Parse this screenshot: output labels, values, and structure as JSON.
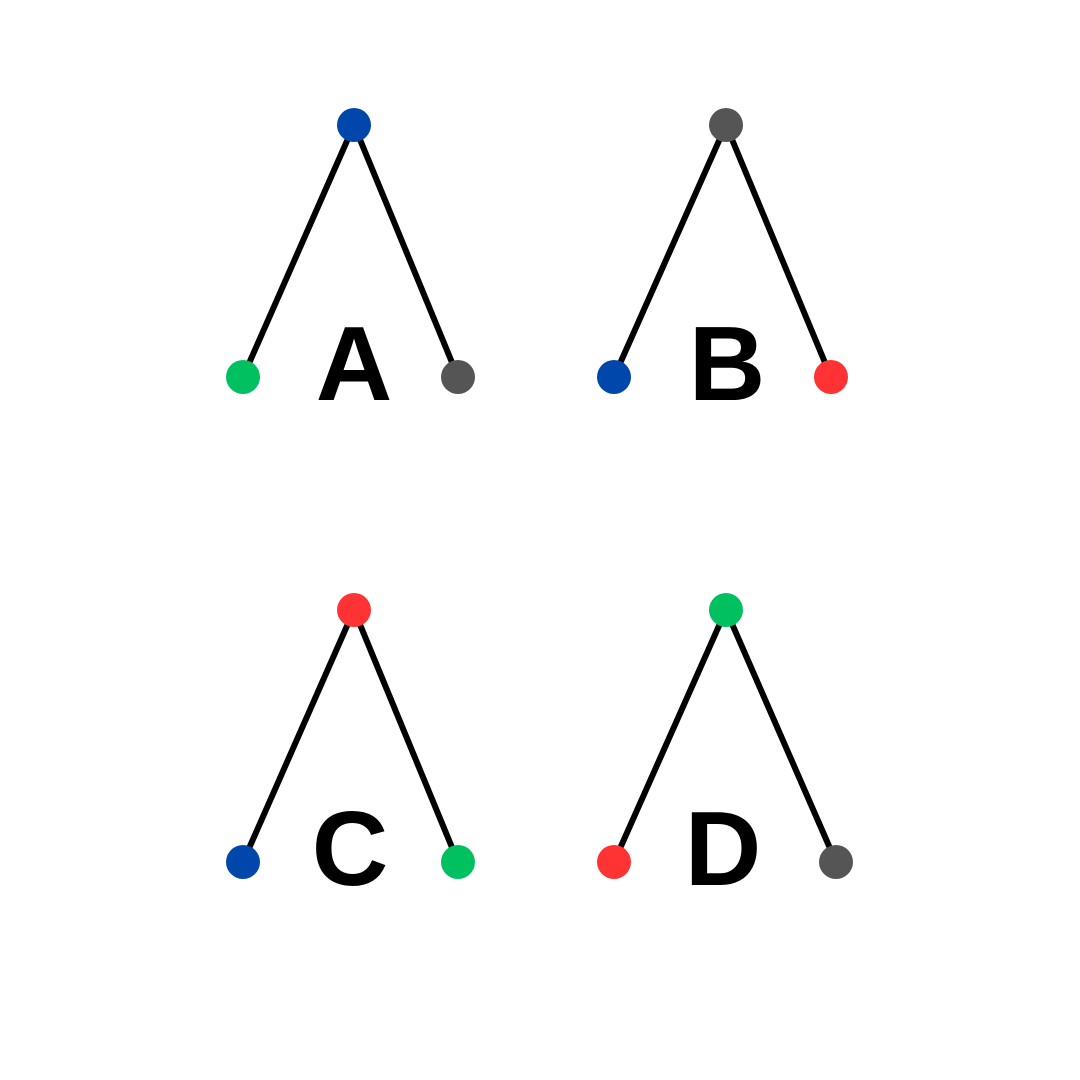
{
  "colors": {
    "blue": "#0047ab",
    "green": "#00c060",
    "gray": "#555555",
    "red": "#ff3333",
    "edge": "#000000"
  },
  "trees": [
    {
      "label": "A",
      "root": "blue",
      "left": "green",
      "right": "gray"
    },
    {
      "label": "B",
      "root": "gray",
      "left": "blue",
      "right": "red"
    },
    {
      "label": "C",
      "root": "red",
      "left": "blue",
      "right": "green"
    },
    {
      "label": "D",
      "root": "green",
      "left": "red",
      "right": "gray"
    }
  ]
}
